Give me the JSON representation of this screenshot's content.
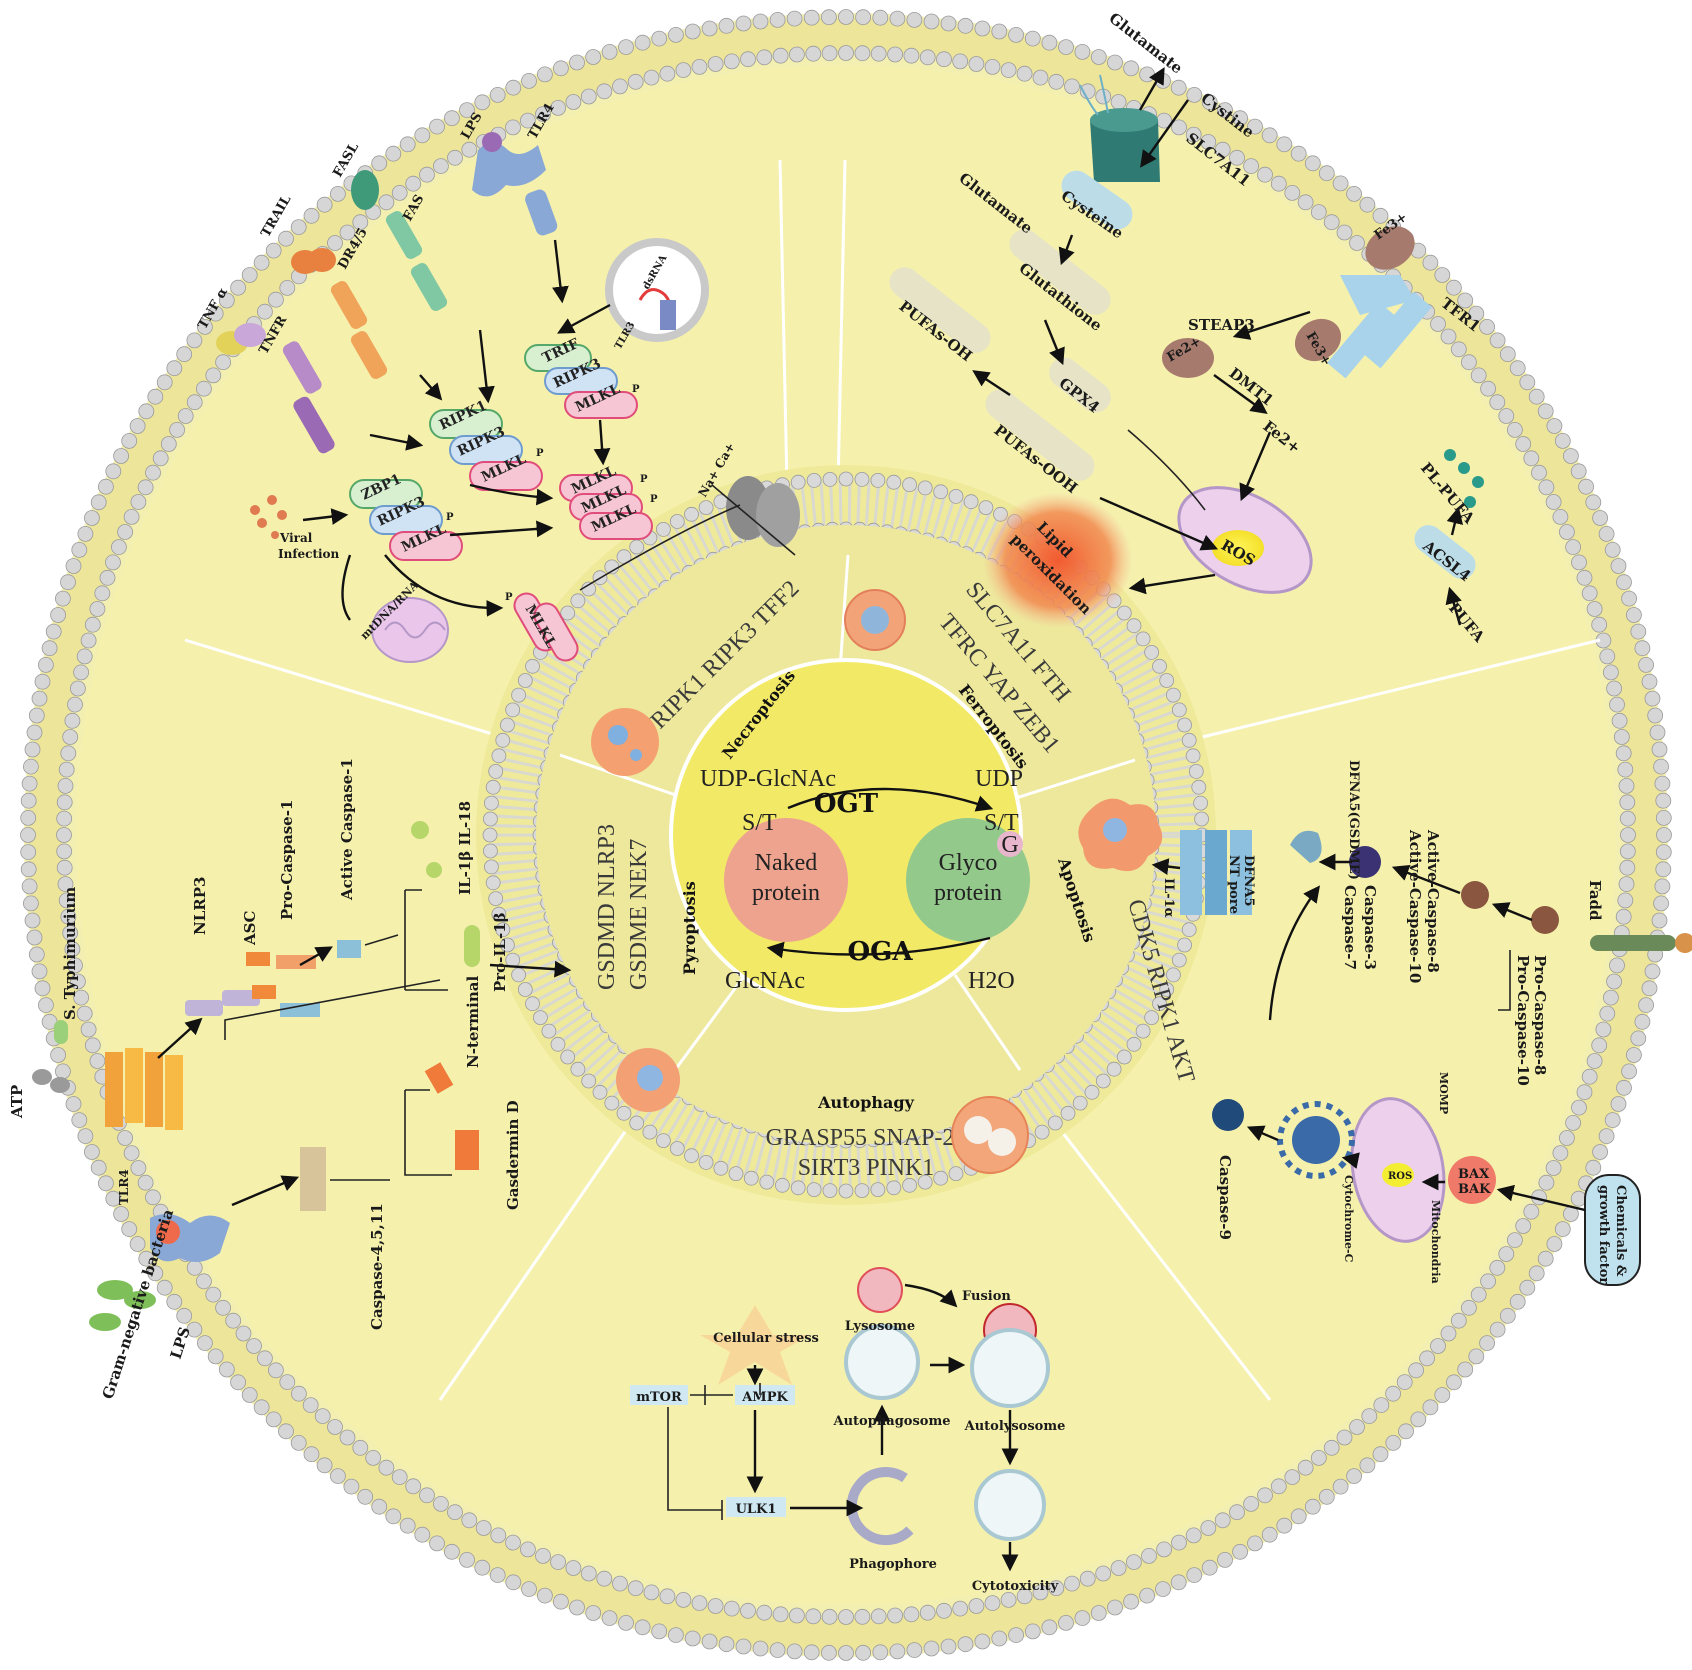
{
  "core": {
    "ogt": "OGT",
    "oga": "OGA",
    "udp_glcnac": "UDP-GlcNAc",
    "udp": "UDP",
    "st_left": "S/T",
    "st_right": "S/T",
    "g_mark": "G",
    "naked_1": "Naked",
    "naked_2": "protein",
    "glyco_1": "Glyco",
    "glyco_2": "protein",
    "glcnac": "GlcNAc",
    "h2o": "H2O"
  },
  "processes": {
    "necroptosis": "Necroptosis",
    "ferroptosis": "Ferroptosis",
    "pyroptosis": "Pyroptosis",
    "apoptosis": "Apoptosis",
    "autophagy": "Autophagy"
  },
  "genes": {
    "necroptosis": "RIPK1 RIPK3 TFF2",
    "ferroptosis_1": "SLC7A11 FTH",
    "ferroptosis_2": "TFRC YAP ZEB1",
    "pyroptosis_1": "GSDMD NLRP3",
    "pyroptosis_2": "GSDME NEK7",
    "apoptosis": "CDK5 RIPK1 AKT",
    "autophagy_1": "GRASP55 SNAP-29",
    "autophagy_2": "SIRT3 PINK1"
  },
  "necroptosis_labels": {
    "tnfa": "TNF α",
    "tnfr": "TNFR",
    "trail": "TRAIL",
    "dr45": "DR4/5",
    "fasl": "FASL",
    "fas": "FAS",
    "lps": "LPS",
    "tlr4": "TLR4",
    "dsrna": "dsRNA",
    "tlr3": "TLR3",
    "trif": "TRIF",
    "ripk3_a": "RIPK3",
    "mlkl_a": "MLKL",
    "ripk1": "RIPK1",
    "ripk3_b": "RIPK3",
    "mlkl_b": "MLKL",
    "zbp1": "ZBP1",
    "ripk3_c": "RIPK3",
    "mlkl_c": "MLKL",
    "mlkl_d1": "MLKL",
    "mlkl_d2": "MLKL",
    "mlkl_d3": "MLKL",
    "mlkl_e": "MLKL",
    "p1": "P",
    "p2": "P",
    "p3": "P",
    "p4": "P",
    "p5": "P",
    "p6": "P",
    "viral": "Viral",
    "infection": "Infection",
    "mtdna": "mtDNA/RNA",
    "na_ca": "Na+ Ca+"
  },
  "ferroptosis_labels": {
    "glutamate_top": "Glutamate",
    "cystine": "Cystine",
    "slc7a11": "SLC7A11",
    "glutamate": "Glutamate",
    "cysteine": "Cysteine",
    "glutathione": "Glutathione",
    "gpx4": "GPX4",
    "pufas_oh": "PUFAs-OH",
    "pufas_ooh": "PUFAs-OOH",
    "fe3_a": "Fe3+",
    "fe3_b": "Fe3+",
    "tfr1": "TFR1",
    "steap3": "STEAP3",
    "fe2_a": "Fe2+",
    "dmt1": "DMT1",
    "fe2_b": "Fe2+",
    "ros": "ROS",
    "lipid_1": "Lipid",
    "lipid_2": "peroxidation",
    "pl_pufa": "PL-PUFA",
    "acsl4": "ACSL4",
    "pufa": "PUFA"
  },
  "pyroptosis_labels": {
    "nlrp3": "NLRP3",
    "asc": "ASC",
    "pro_caspase1": "Pro-Caspase-1",
    "active_caspase1": "Active Caspase-1",
    "il1b_il18": "IL-1β IL-18",
    "pro_il1b": "Pro-IL-1β",
    "n_terminal": "N-terminal",
    "gasdermin_d": "Gasdermin D",
    "caspase_4511": "Caspase-4,5,11",
    "s_typhimurium": "S. Typhimurium",
    "atp": "ATP",
    "tlr4": "TLR4",
    "gram_neg": "Gram-negative bacteria",
    "lps": "LPS"
  },
  "apoptosis_labels": {
    "dfna5_gsdme": "DFNA5(GSDME)",
    "dfna5_nt": "DFNA5",
    "nt_pore": "NT pore",
    "il1a": "IL-1α",
    "caspase37_a": "Caspase-3",
    "caspase37_b": "Caspase-7",
    "active_casp8": "Active-Caspase-8",
    "active_casp10": "Active-Caspase-10",
    "fadd": "Fadd",
    "pro_casp8": "Pro-Caspase-8",
    "pro_casp10": "Pro-Caspase-10",
    "momp": "MOMP",
    "ros": "ROS",
    "bax": "BAX",
    "bak": "BAK",
    "cytochrome": "Cytochrome-C",
    "mitochondria": "Mitochondria",
    "caspase9": "Caspase-9",
    "chem_1": "Chemicals &",
    "chem_2": "growth factor"
  },
  "autophagy_labels": {
    "lysosome": "Lysosome",
    "fusion": "Fusion",
    "cellular_stress": "Cellular stress",
    "mtor": "mTOR",
    "ampk": "AMPK",
    "ulk1": "ULK1",
    "autophagosome": "Autophagosome",
    "autolysosome": "Autolysosome",
    "phagophore": "Phagophore",
    "cytotoxicity": "Cytotoxicity"
  },
  "colors": {
    "cell": "#f5f0a8",
    "membrane_head": "#c9c9c9",
    "inner_core": "#f2e96a",
    "naked": "#eea08e",
    "glyco": "#93c98a",
    "mlkl": "#f7c6d4",
    "ripk": "#cfe3f5",
    "trif": "#d8f0d0",
    "ros": "#f4ee33",
    "lipid": "#ef6a3a",
    "tfr1": "#a9d3ea",
    "fe": "#a77a6e",
    "orange_rec": "#f08a3a"
  }
}
